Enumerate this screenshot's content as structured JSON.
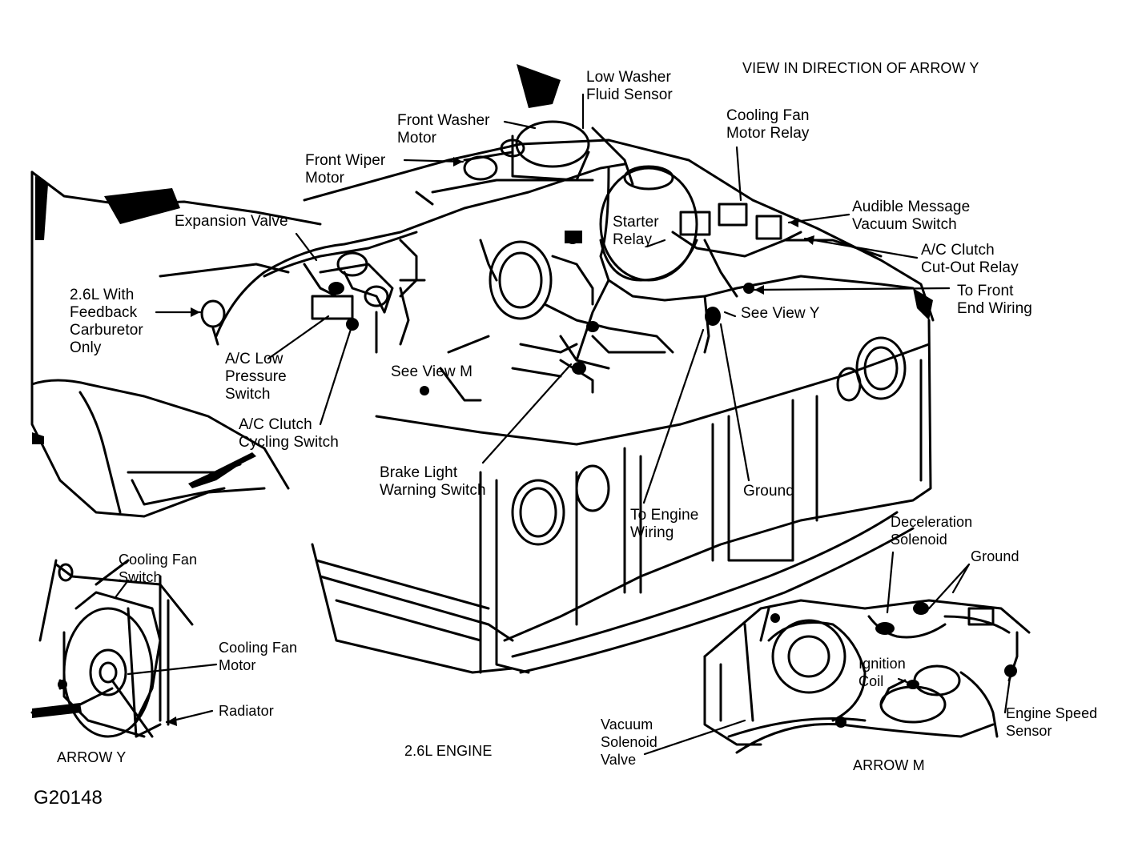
{
  "labels": {
    "view_title": "VIEW IN DIRECTION OF ARROW Y",
    "low_washer": "Low Washer\nFluid Sensor",
    "front_washer": "Front Washer\nMotor",
    "front_wiper": "Front Wiper\nMotor",
    "cooling_fan_relay": "Cooling Fan\nMotor Relay",
    "expansion_valve": "Expansion Valve",
    "starter_relay": "Starter\nRelay",
    "audible_msg": "Audible Message\nVacuum Switch",
    "ac_cutout": "A/C Clutch\nCut-Out Relay",
    "to_front_end": "To Front\nEnd Wiring",
    "see_view_y": "See View Y",
    "feedback_carb": "2.6L With\nFeedback\nCarburetor\nOnly",
    "ac_low_pressure": "A/C Low\nPressure\nSwitch",
    "see_view_m": "See View M",
    "ac_cycling": "A/C Clutch\nCycling Switch",
    "brake_light": "Brake Light\nWarning Switch",
    "to_engine_wiring": "To Engine\nWiring",
    "ground_main": "Ground",
    "decel_solenoid": "Deceleration\nSolenoid",
    "ground_m": "Ground",
    "ignition_coil": "Ignition\nCoil",
    "engine_speed": "Engine Speed\nSensor",
    "vacuum_solenoid": "Vacuum\nSolenoid\nValve",
    "arrow_m": "ARROW M",
    "engine_caption": "2.6L ENGINE",
    "cooling_fan_switch": "Cooling Fan\nSwitch",
    "cooling_fan_motor": "Cooling Fan\nMotor",
    "radiator": "Radiator",
    "arrow_y": "ARROW Y",
    "figure_code": "G20148"
  }
}
